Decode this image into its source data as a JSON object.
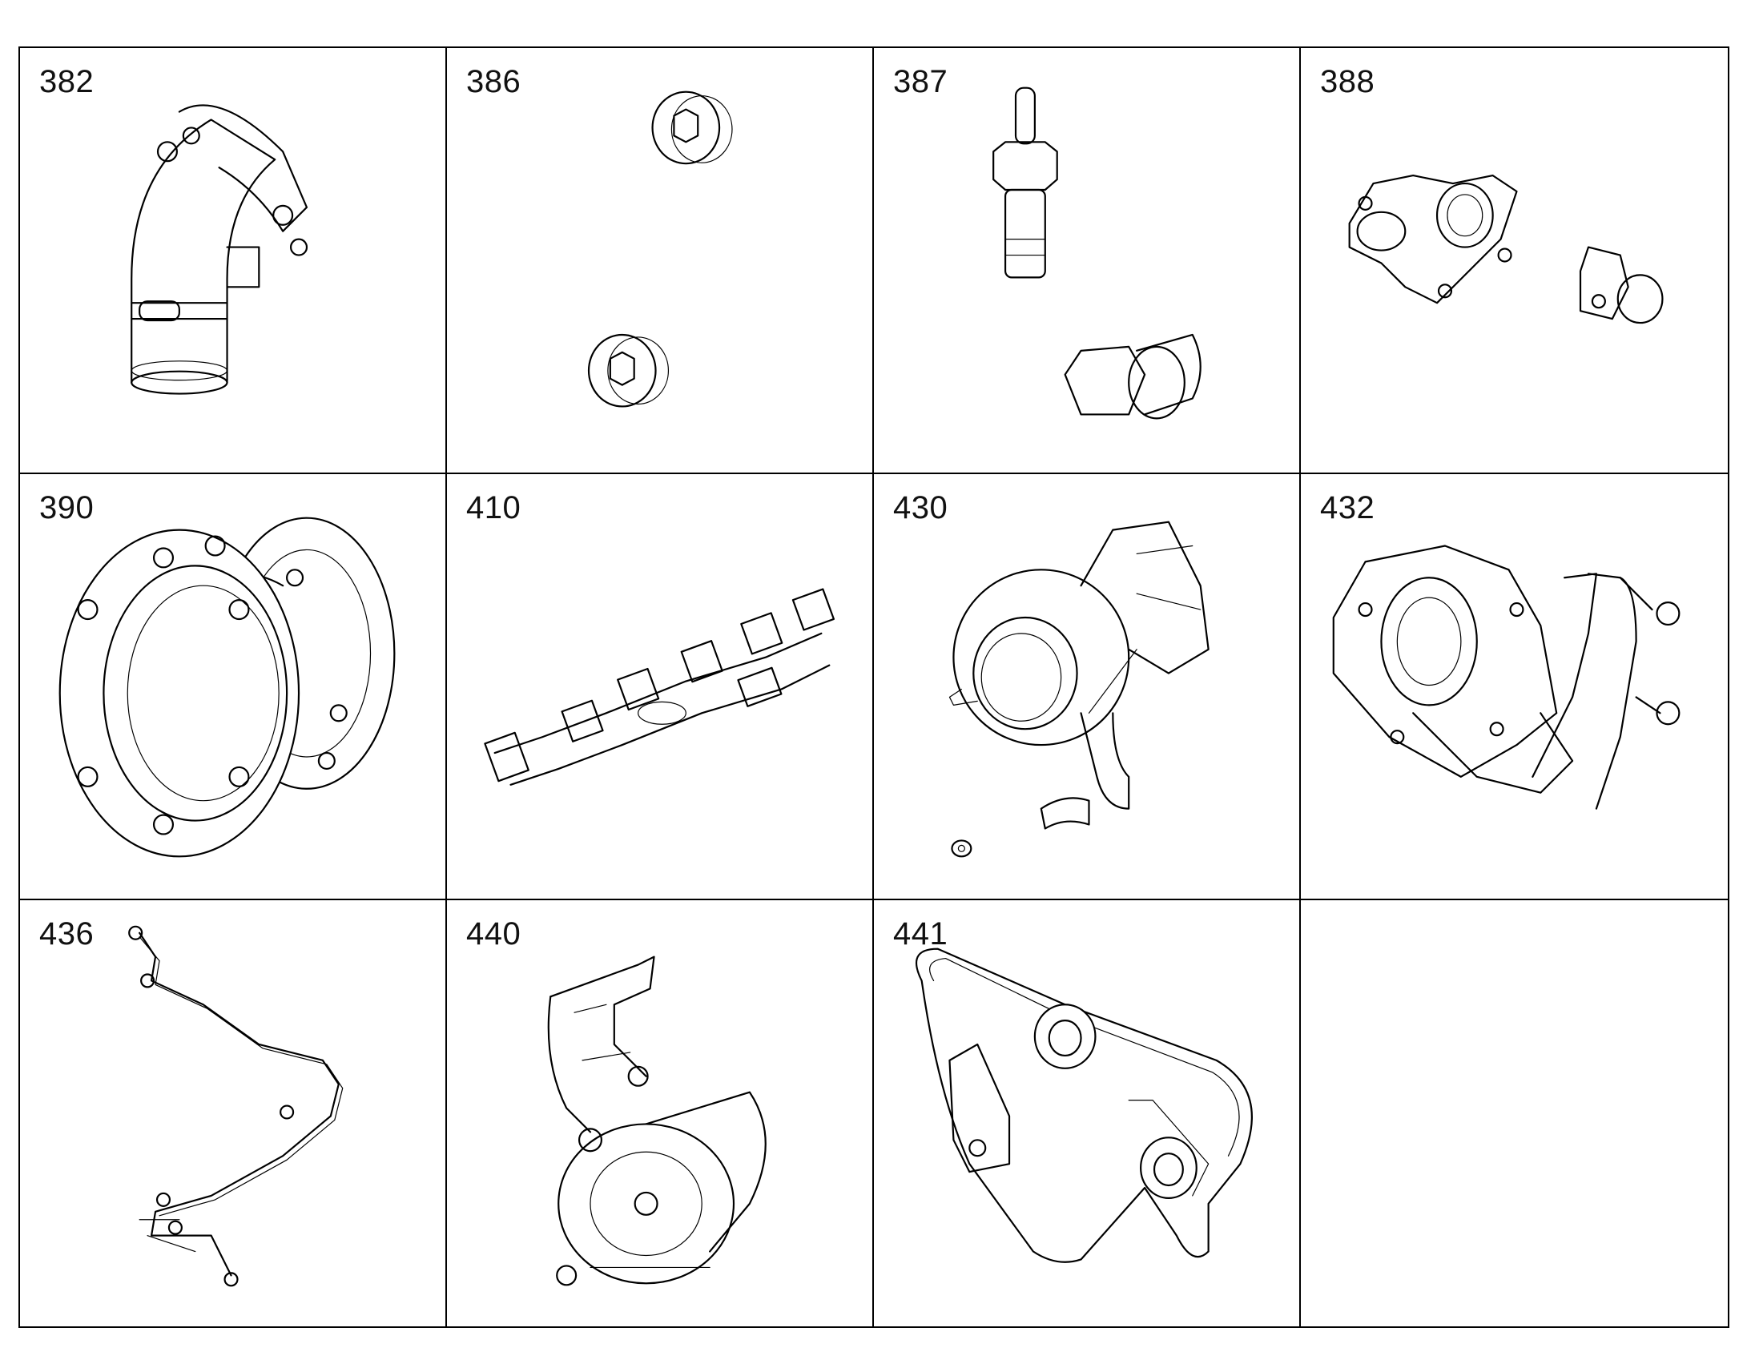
{
  "parts": [
    {
      "number": "382",
      "icon": "elbow-pipe-icon"
    },
    {
      "number": "386",
      "icon": "hex-plug-icon"
    },
    {
      "number": "387",
      "icon": "fitting-icon"
    },
    {
      "number": "388",
      "icon": "thermostat-housing-icon"
    },
    {
      "number": "390",
      "icon": "flexible-coupling-icon"
    },
    {
      "number": "410",
      "icon": "exhaust-manifold-icon"
    },
    {
      "number": "430",
      "icon": "turbocharger-icon"
    },
    {
      "number": "432",
      "icon": "pump-assembly-icon"
    },
    {
      "number": "436",
      "icon": "pipe-line-icon"
    },
    {
      "number": "440",
      "icon": "alternator-icon"
    },
    {
      "number": "441",
      "icon": "belt-drive-icon"
    },
    {
      "number": "",
      "icon": ""
    }
  ]
}
